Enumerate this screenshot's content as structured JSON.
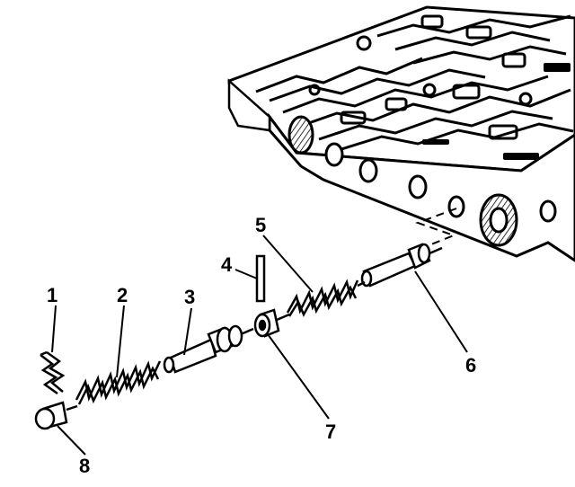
{
  "callouts": {
    "c1": "1",
    "c2": "2",
    "c3": "3",
    "c4": "4",
    "c5": "5",
    "c6": "6",
    "c7": "7",
    "c8": "8"
  },
  "colors": {
    "ink": "#000000",
    "paper": "#ffffff",
    "shade": "#444444"
  }
}
